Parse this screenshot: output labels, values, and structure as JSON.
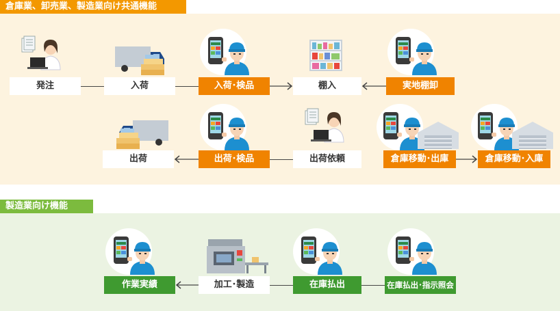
{
  "section1": {
    "title": "倉庫業、卸売業、製造業向け共通機能",
    "row1": {
      "order": "発注",
      "receiving": "入荷",
      "receiving_inspection": "入荷･検品",
      "shelving": "棚入",
      "stocktaking": "実地棚卸"
    },
    "row2": {
      "shipping": "出荷",
      "shipping_inspection": "出荷･検品",
      "shipping_request": "出荷依頼",
      "transfer_out": "倉庫移動･出庫",
      "transfer_in": "倉庫移動･入庫"
    }
  },
  "section2": {
    "title": "製造業向け機能",
    "row": {
      "work_results": "作業実績",
      "processing": "加工･製造",
      "stock_issue": "在庫払出",
      "stock_issue_check": "在庫払出･指示照会"
    }
  },
  "colors": {
    "section1_accent": "#f39800",
    "section1_bg": "#fdf3df",
    "section2_accent": "#7cbb3e",
    "section2_bg": "#ebf3e2",
    "orange_box": "#f08300",
    "green_box": "#3f9a30"
  }
}
